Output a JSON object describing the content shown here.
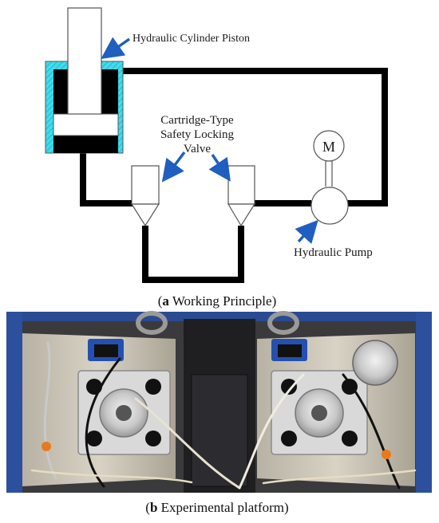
{
  "diagram": {
    "labels": {
      "piston": "Hydraulic Cylinder Piston",
      "valve_line1": "Cartridge-Type",
      "valve_line2": "Safety Locking",
      "valve_line3": "Valve",
      "motor": "M",
      "pump": "Hydraulic Pump"
    },
    "colors": {
      "line": "#000000",
      "arrow": "#1f5fbf",
      "cylinder_wall": "#35d8e8",
      "outline": "#555555"
    }
  },
  "captions": {
    "a_letter": "a",
    "a_text": " Working Principle",
    "b_letter": "b",
    "b_text": " Experimental platform"
  },
  "photo": {
    "icons": [
      "machine-frame",
      "safety-valve-block-left",
      "safety-valve-block-right",
      "eye-bolt",
      "hydraulic-hoses"
    ]
  }
}
